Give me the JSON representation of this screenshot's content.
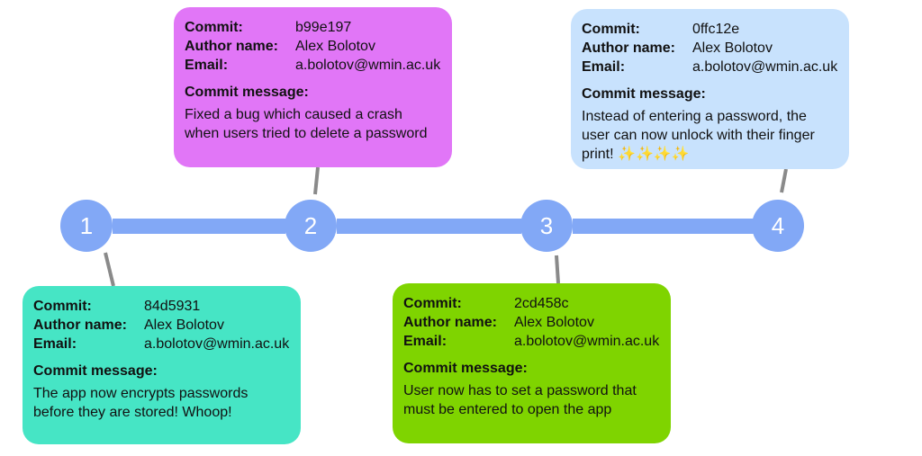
{
  "colors": {
    "node": "#82a8f6",
    "track": "#82a8f6",
    "connector": "#8a8a8a",
    "card_1": "#46e5c5",
    "card_2": "#e176f7",
    "card_3": "#7fd400",
    "card_4": "#c8e2fd"
  },
  "labels": {
    "commit": "Commit:",
    "author": "Author name:",
    "email": "Email:",
    "message": "Commit message:"
  },
  "nodes": [
    {
      "number": "1"
    },
    {
      "number": "2"
    },
    {
      "number": "3"
    },
    {
      "number": "4"
    }
  ],
  "commits": [
    {
      "hash": "84d5931",
      "author": "Alex Bolotov",
      "email": "a.bolotov@wmin.ac.uk",
      "message": "The app now encrypts passwords before they are stored! Whoop!"
    },
    {
      "hash": "b99e197",
      "author": "Alex Bolotov",
      "email": "a.bolotov@wmin.ac.uk",
      "message": "Fixed a bug which caused a crash when users tried to delete a password"
    },
    {
      "hash": "2cd458c",
      "author": "Alex Bolotov",
      "email": "a.bolotov@wmin.ac.uk",
      "message": "User now has to set a password that must be entered to open the app"
    },
    {
      "hash": "0ffc12e",
      "author": "Alex Bolotov",
      "email": "a.bolotov@wmin.ac.uk",
      "message": "Instead of entering a password, the user can now unlock with their finger print! ✨✨✨✨"
    }
  ]
}
